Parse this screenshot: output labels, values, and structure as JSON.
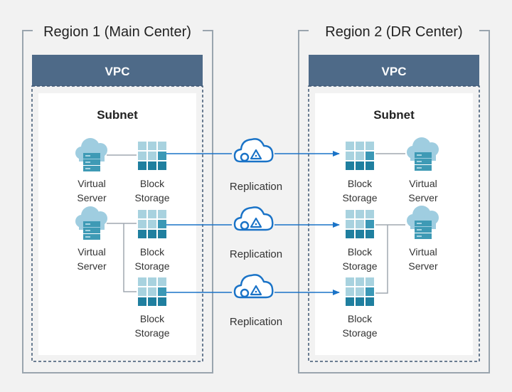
{
  "regions": [
    {
      "title": "Region 1 (Main Center)",
      "vpc_label": "VPC",
      "subnet_label": "Subnet",
      "servers": [
        {
          "line1": "Virtual",
          "line2": "Server"
        },
        {
          "line1": "Virtual",
          "line2": "Server"
        }
      ],
      "storages": [
        {
          "line1": "Block",
          "line2": "Storage"
        },
        {
          "line1": "Block",
          "line2": "Storage"
        },
        {
          "line1": "Block",
          "line2": "Storage"
        }
      ]
    },
    {
      "title": "Region 2 (DR Center)",
      "vpc_label": "VPC",
      "subnet_label": "Subnet",
      "servers": [
        {
          "line1": "Virtual",
          "line2": "Server"
        },
        {
          "line1": "Virtual",
          "line2": "Server"
        }
      ],
      "storages": [
        {
          "line1": "Block",
          "line2": "Storage"
        },
        {
          "line1": "Block",
          "line2": "Storage"
        },
        {
          "line1": "Block",
          "line2": "Storage"
        }
      ]
    }
  ],
  "replications": [
    {
      "label": "Replication"
    },
    {
      "label": "Replication"
    },
    {
      "label": "Replication"
    }
  ],
  "icons": {
    "server": "virtual-server-icon",
    "storage": "block-storage-icon",
    "replication": "replication-cloud-icon"
  },
  "colors": {
    "background": "#f2f2f2",
    "region_border": "#9aa5ae",
    "vpc_header": "#4e6a88",
    "vpc_border": "#3e5672",
    "subnet_bg": "#ffffff",
    "server_cloud": "#9fcde0",
    "server_body": "#3e9ab5",
    "storage_light": "#a8d2df",
    "storage_dark": "#1f7f9f",
    "replication": "#1a73c7",
    "arrow": "#1a73c7",
    "connector": "#a0a8b0"
  }
}
